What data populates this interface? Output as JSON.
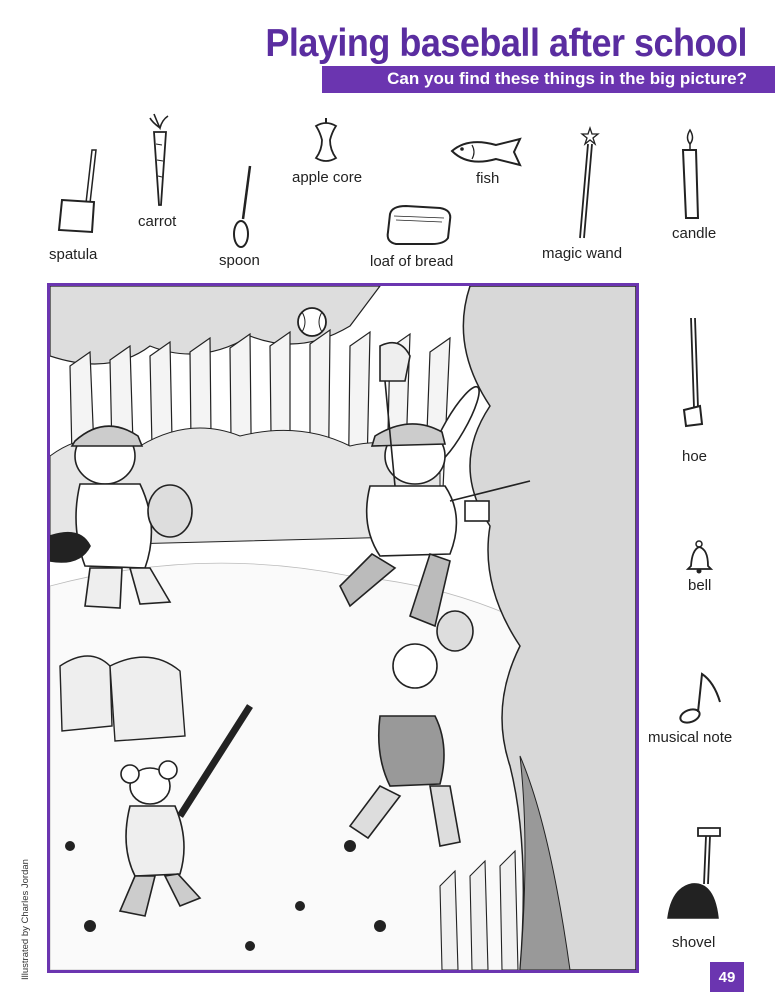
{
  "header": {
    "title": "Playing baseball after school",
    "subtitle": "Can you find these things in the big picture?",
    "accent_color": "#6b35b0"
  },
  "hidden_items": {
    "spatula": "spatula",
    "carrot": "carrot",
    "spoon": "spoon",
    "apple_core": "apple core",
    "loaf_of_bread": "loaf of bread",
    "fish": "fish",
    "magic_wand": "magic wand",
    "candle": "candle",
    "hoe": "hoe",
    "bell": "bell",
    "musical_note": "musical note",
    "shovel": "shovel"
  },
  "illustration": {
    "credit": "Illustrated by Charles Jordan"
  },
  "footer": {
    "page_number": "49"
  }
}
